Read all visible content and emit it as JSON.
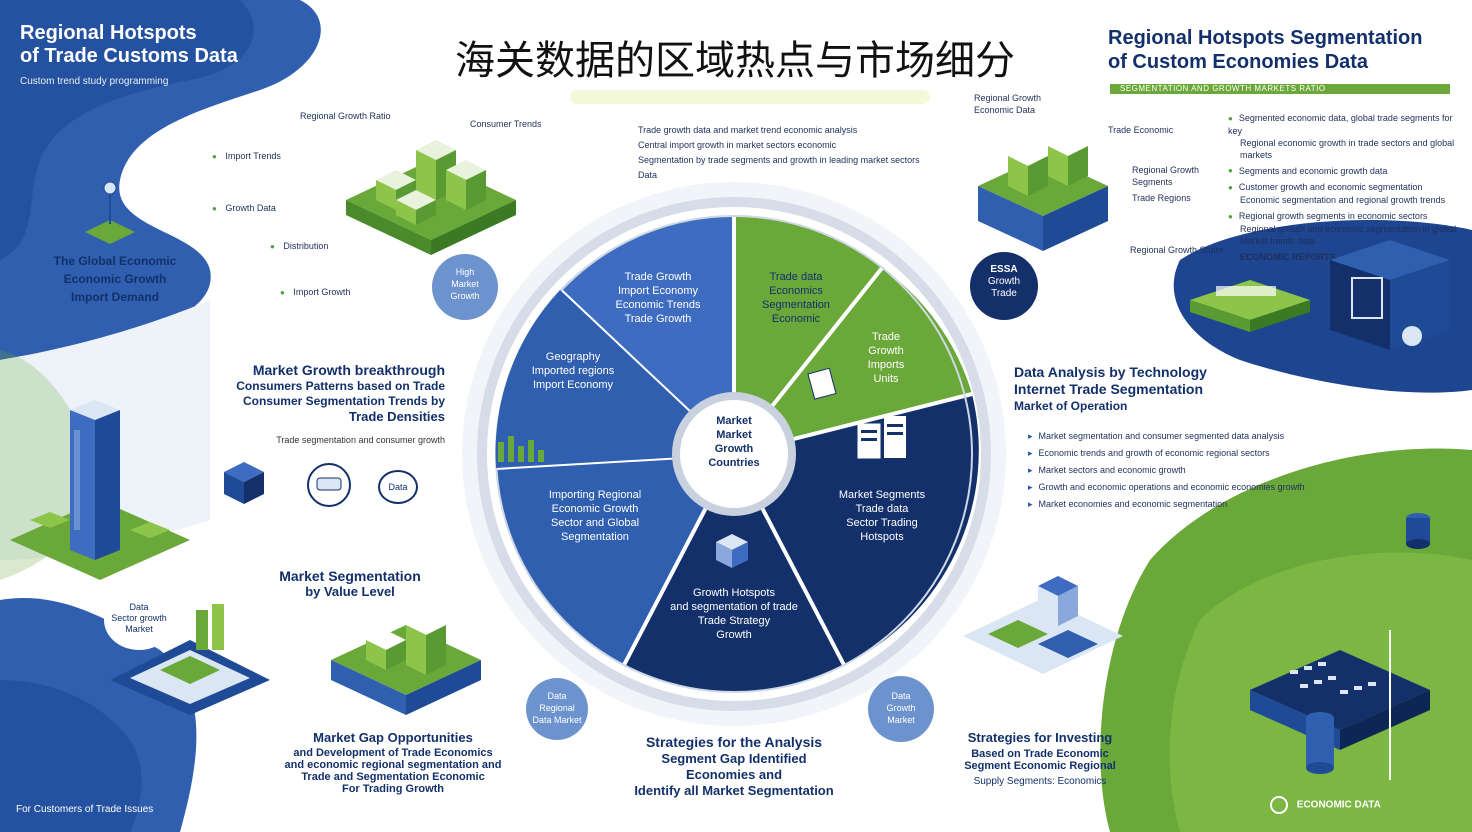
{
  "main_title": "海关数据的区域热点与市场细分",
  "top_left": {
    "title_line1": "Regional Hotspots",
    "title_line2": "of Trade Customs Data",
    "subtitle": "Custom trend study programming"
  },
  "top_right": {
    "title_line1": "Regional Hotspots Segmentation",
    "title_line2": "of Custom Economies Data",
    "strip": "SEGMENTATION AND GROWTH MARKETS RATIO"
  },
  "left_panel": {
    "callout": [
      "The Global Economic",
      "Economic Growth",
      "Import Demand"
    ],
    "labels": [
      "Regional Growth Ratio",
      "Import Trends",
      "Growth Data",
      "Distribution",
      "Import Growth",
      "Consumer Trends"
    ],
    "badge": [
      "High",
      "Market",
      "Growth"
    ]
  },
  "top_center_notes": [
    "Trade growth data and market trend economic analysis",
    "Central import growth in market sectors economic",
    "Segmentation by trade segments and growth in leading market sectors",
    "Data"
  ],
  "growth_block": {
    "title": [
      "Market Growth breakthrough",
      "Consumers Patterns based on Trade",
      "Consumer Segmentation Trends by",
      "Trade Densities"
    ],
    "desc": "Trade segmentation and consumer growth",
    "badge": "Data"
  },
  "wheel": {
    "center": [
      "Market",
      "Market",
      "Growth",
      "Countries"
    ],
    "seg_top_left": [
      "Trade Growth",
      "Import Economy",
      "Economic Trends",
      "Trade Growth"
    ],
    "seg_top_right": [
      "Trade data",
      "Economics",
      "Segmentation",
      "Economic"
    ],
    "seg_right_upper": [
      "Trade",
      "Growth",
      "Imports",
      "Units"
    ],
    "seg_right_lower": [
      "Market Segments",
      "Trade data",
      "Sector Trading",
      "Hotspots"
    ],
    "seg_bottom": [
      "Growth Hotspots",
      "and segmentation of trade",
      "Trade Strategy",
      "Growth"
    ],
    "seg_left_lower": [
      "Importing Regional",
      "Economic Growth",
      "Sector and Global",
      "Segmentation"
    ],
    "seg_left_upper": [
      "Geography",
      "Imported regions",
      "Import Economy"
    ]
  },
  "top_right_notes": {
    "block_labels": [
      "Regional Growth",
      "Economic Data"
    ],
    "side_labels": [
      "Trade Economic",
      "Regional Growth Segments",
      "Trade Regions",
      "Regional Growth Share"
    ],
    "badge": [
      "ESSA",
      "Growth",
      "Trade"
    ],
    "bullets": [
      "Segmented economic data, global trade segments for key",
      "Regional economic growth in trade sectors and global markets",
      "Segments and economic growth data",
      "Customer growth and economic segmentation",
      "Economic segmentation and regional growth trends",
      "Regional growth segments in economic sectors",
      "Regional growth and economic segmentation in global",
      "Market trends data",
      "ECONOMIC REPORTS"
    ]
  },
  "right_mid": {
    "title": [
      "Data Analysis by Technology",
      "Internet Trade Segmentation",
      "Market of Operation"
    ],
    "bullets": [
      "Market segmentation and consumer segmented data analysis",
      "Economic trends and growth of economic regional sectors",
      "Market sectors and economic growth",
      "Growth and economic operations and economic economies growth",
      "Market economies and economic segmentation"
    ]
  },
  "left_bottom": {
    "title": [
      "Market Segmentation",
      "by Value Level"
    ],
    "badge": [
      "Data",
      "Sector growth",
      "Market"
    ]
  },
  "bottom_left": {
    "title": "Market Gap Opportunities",
    "lines": [
      "and Development of Trade Economics",
      "and economic regional segmentation and",
      "Trade and Segmentation Economic",
      "For Trading Growth"
    ],
    "footer": "For Customers of Trade Issues"
  },
  "bottom_center": {
    "lines": [
      "Strategies for the Analysis",
      "Segment Gap Identified",
      "Economies and",
      "Identify all Market Segmentation"
    ]
  },
  "bottom_right": {
    "title": "Strategies for Investing",
    "lines": [
      "Based on Trade Economic",
      "Segment Economic Regional",
      "Supply Segments: Economics"
    ],
    "footer": "ECONOMIC DATA"
  },
  "small_badges": {
    "bottom_left_badge": [
      "Data",
      "Regional",
      "Data Market"
    ],
    "bottom_right_badge": [
      "Data",
      "Growth",
      "Market"
    ]
  },
  "colors": {
    "navy": "#13306b",
    "blue": "#2f5fae",
    "mid_blue": "#3e6cc0",
    "green": "#6aa83a",
    "light_green": "#8cc54a",
    "light_blue": "#dbe6f5"
  }
}
